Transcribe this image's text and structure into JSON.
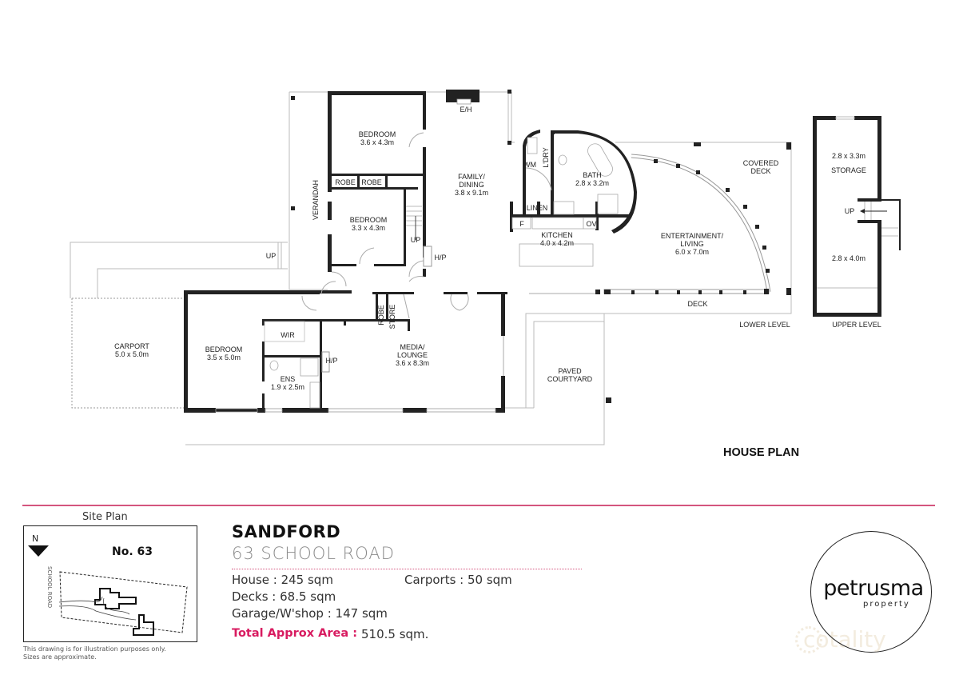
{
  "plan": {
    "title": "HOUSE PLAN",
    "levels": {
      "lower": "LOWER LEVEL",
      "upper": "UPPER LEVEL"
    },
    "rooms": {
      "bedroom1": {
        "name": "BEDROOM",
        "size": "3.6 x 4.3m"
      },
      "bedroom2": {
        "name": "BEDROOM",
        "size": "3.3 x 4.3m"
      },
      "bedroom3": {
        "name": "BEDROOM",
        "size": "3.5 x 5.0m"
      },
      "family": {
        "name1": "FAMILY/",
        "name2": "DINING",
        "size": "3.8 x 9.1m"
      },
      "kitchen": {
        "name": "KITCHEN",
        "size": "4.0 x 4.2m"
      },
      "bath": {
        "name": "BATH",
        "size": "2.8 x 3.2m"
      },
      "entertainment": {
        "name1": "ENTERTAINMENT/",
        "name2": "LIVING",
        "size": "6.0 x 7.0m"
      },
      "covered_deck": {
        "name1": "COVERED",
        "name2": "DECK"
      },
      "deck": {
        "name": "DECK"
      },
      "media": {
        "name1": "MEDIA/",
        "name2": "LOUNGE",
        "size": "3.6 x 8.3m"
      },
      "ens": {
        "name": "ENS",
        "size": "1.9 x 2.5m"
      },
      "wir": {
        "name": "WIR"
      },
      "carport": {
        "name": "CARPORT",
        "size": "5.0 x 5.0m"
      },
      "courtyard": {
        "name1": "PAVED",
        "name2": "COURTYARD"
      },
      "verandah": {
        "name": "VERANDAH"
      },
      "storage": {
        "name": "STORAGE",
        "size_top": "2.8 x 3.3m",
        "size_bottom": "2.8 x 4.0m"
      }
    },
    "fixtures": {
      "eh": "E/H",
      "wm": "WM",
      "ldry": "L'DRY",
      "linen": "LINEN",
      "f": "F",
      "ov": "OV",
      "robe": "ROBE",
      "store": "STORE",
      "hp": "H/P",
      "up": "UP"
    }
  },
  "site_plan": {
    "title": "Site Plan",
    "north": "N",
    "lot": "No. 63",
    "road": "SCHOOL ROAD",
    "disclaimer_line1": "This drawing is for illustration purposes only.",
    "disclaimer_line2": "Sizes are approximate."
  },
  "property": {
    "suburb": "SANDFORD",
    "address": "63 SCHOOL ROAD",
    "house": "House : 245 sqm",
    "carports": "Carports : 50 sqm",
    "decks": "Decks : 68.5 sqm",
    "garage": "Garage/W'shop : 147 sqm",
    "total_label": "Total Approx Area :",
    "total_value": "510.5 sqm."
  },
  "branding": {
    "agency": "petrusma",
    "agency_sub": "property",
    "watermark": "cotality"
  },
  "colors": {
    "accent": "#d4557e",
    "total": "#d81b60",
    "wall": "#222222"
  }
}
